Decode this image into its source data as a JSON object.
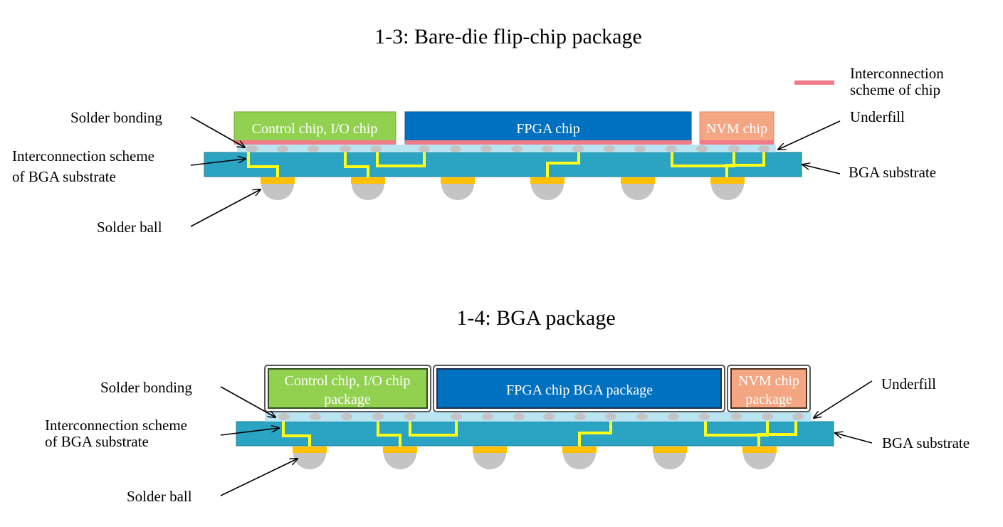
{
  "diagram_top": {
    "title": "1-3: Bare-die flip-chip package",
    "legend": {
      "line1": "Interconnection",
      "line2": "scheme of chip",
      "color": "#f07b86"
    },
    "chips": {
      "control": "Control chip, I/O chip",
      "fpga": "FPGA chip",
      "nvm": "NVM chip"
    },
    "labels": {
      "solder_bonding": "Solder bonding",
      "interconnect_line1": "Interconnection scheme",
      "interconnect_line2": "of BGA substrate",
      "solder_ball": "Solder ball",
      "underfill": "Underfill",
      "bga_substrate": "BGA substrate"
    }
  },
  "diagram_bottom": {
    "title": "1-4: BGA package",
    "chips": {
      "control_line1": "Control chip, I/O chip",
      "control_line2": "package",
      "fpga": "FPGA chip BGA package",
      "nvm_line1": "NVM chip",
      "nvm_line2": "package"
    },
    "labels": {
      "solder_bonding": "Solder bonding",
      "interconnect_line1": "Interconnection scheme",
      "interconnect_line2": "of BGA substrate",
      "solder_ball": "Solder ball",
      "underfill": "Underfill",
      "bga_substrate": "BGA substrate"
    }
  },
  "colors": {
    "substrate": "#2ba3c3",
    "underfill": "#b9e4f2",
    "solder_bump": "#c4c4c4",
    "pad": "#ffc000",
    "wire": "#ffff1a",
    "control_chip": "#92d050",
    "fpga_chip": "#0070c0",
    "nvm_chip": "#f4a582"
  }
}
